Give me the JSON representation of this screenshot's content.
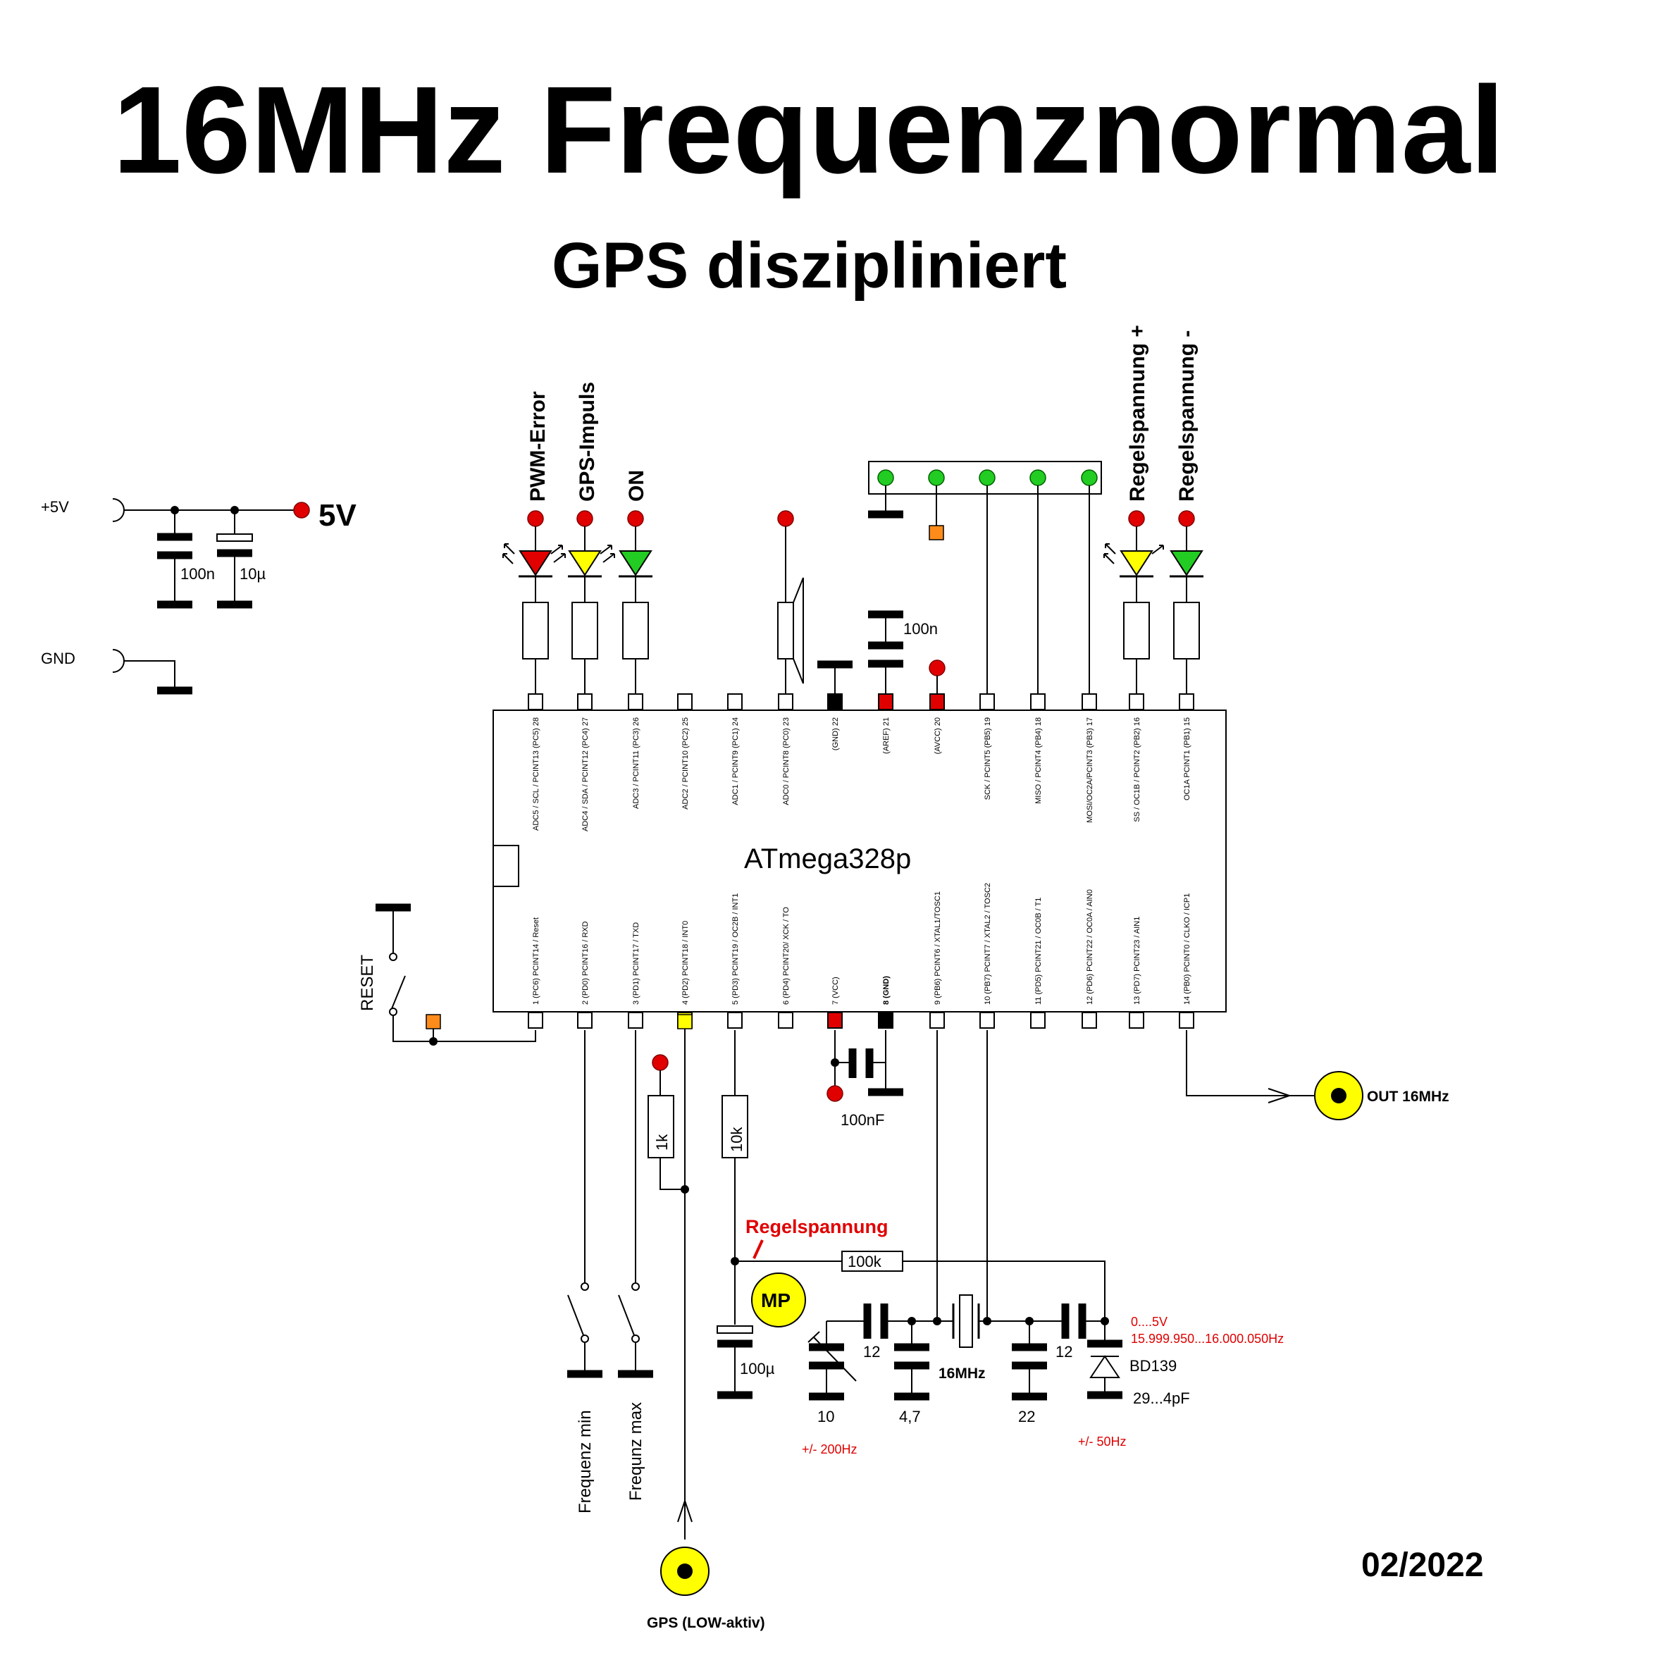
{
  "title": "16MHz Frequenznormal",
  "subtitle": "GPS diszipliniert",
  "date": "02/2022",
  "supply": {
    "vplus_label": "+5V",
    "gnd_label": "GND",
    "v_text": "5V",
    "c1": "100n",
    "c2": "10µ"
  },
  "leds": {
    "pwm_error": "PWM-Error",
    "gps_impuls": "GPS-Impuls",
    "on": "ON",
    "regel_plus": "Regelspannung +",
    "regel_minus": "Regelspannung -"
  },
  "colors": {
    "red": "#e00000",
    "yellow": "#ffff00",
    "green": "#22cc22",
    "orange": "#ff8c1a",
    "connector_yellow": "#ffff00"
  },
  "chip": {
    "name": "ATmega328p",
    "top_pins": [
      "ADC5 / SCL / PCINT13 (PC5) 28",
      "ADC4 / SDA / PCINT12 (PC4) 27",
      "ADC3 / PCINT11 (PC3) 26",
      "ADC2 / PCINT10 (PC2) 25",
      "ADC1 / PCINT9 (PC1) 24",
      "ADC0 / PCINT8 (PC0) 23",
      "(GND) 22",
      "(AREF) 21",
      "(AVCC) 20",
      "SCK / PCINT5 (PB5) 19",
      "MISO / PCINT4 (PB4) 18",
      "MOSI/OC2A/PCINT3 (PB3) 17",
      "SS / OC1B / PCINT2 (PB2) 16",
      "OC1A PCINT1 (PB1) 15"
    ],
    "bottom_pins": [
      "1 (PC6) PCINT14 / Reset",
      "2 (PD0) PCINT16 / RXD",
      "3 (PD1) PCINT17 / TXD",
      "4 (PD2) PCINT18 / INT0",
      "5 (PD3) PCINT19 / OC2B / INT1",
      "6 (PD4) PCINT20/ XCK / TO",
      "7 (VCC)",
      "8 (GND)",
      "9 (PB6) PCINT6 / XTAL1/TOSC1",
      "10 (PB7) PCINT7 / XTAL2 / TOSC2",
      "11 (PD5) PCINT21 / OC0B / T1",
      "12 (PD6) PCINT22 / OC0A / AIN0",
      "13 (PD7) PCINT23 / AIN1",
      "14 (PB0) PCINT0 / CLKO / ICP1"
    ]
  },
  "labels": {
    "reset": "RESET",
    "aref_cap": "100n",
    "vcc_cap": "100nF",
    "out": "OUT 16MHz",
    "gps": "GPS (LOW-aktiv)",
    "r1k": "1k",
    "r10k": "10k",
    "r100k": "100k",
    "regelspannung": "Regelspannung",
    "mp": "MP",
    "c100u": "100µ",
    "c12a": "12",
    "c12b": "12",
    "c10": "10",
    "c47": "4,7",
    "c22": "22",
    "crystal": "16MHz",
    "range_left": "+/- 200Hz",
    "range_right": "+/- 50Hz",
    "volt_range": "0....5V",
    "freq_range": "15.999.950...16.000.050Hz",
    "varicap": "BD139",
    "varicap_range": "29...4pF",
    "freq_min": "Frequenz min",
    "freq_max": "Frequnz max"
  }
}
